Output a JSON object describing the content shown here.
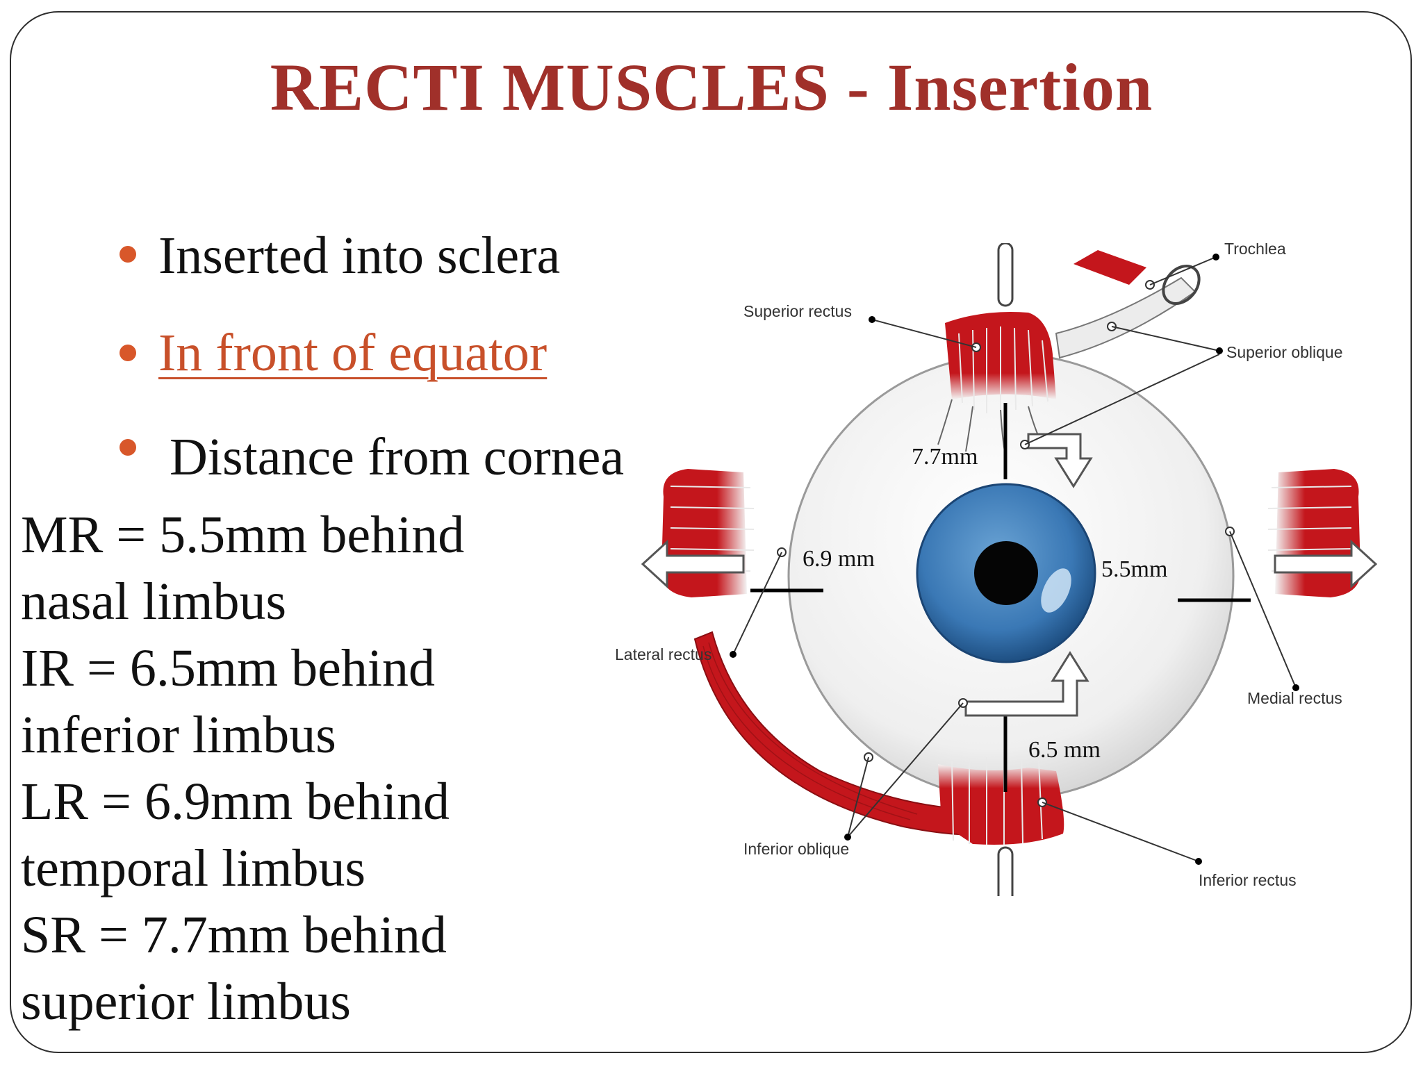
{
  "slide": {
    "title": "RECTI MUSCLES - Insertion",
    "bullets": [
      {
        "text": "Inserted into sclera",
        "link": false
      },
      {
        "text": "In front of equator",
        "link": true
      },
      {
        "text": "Distance from cornea",
        "link": false
      }
    ],
    "distances": [
      "MR = 5.5mm behind",
      "nasal limbus",
      "IR = 6.5mm behind",
      "inferior limbus",
      "LR = 6.9mm behind",
      "temporal limbus",
      "SR = 7.7mm behind",
      "superior limbus"
    ]
  },
  "diagram": {
    "labels": {
      "trochlea": "Trochlea",
      "superior_rectus": "Superior rectus",
      "superior_oblique": "Superior oblique",
      "lateral_rectus": "Lateral rectus",
      "medial_rectus": "Medial rectus",
      "inferior_oblique": "Inferior oblique",
      "inferior_rectus": "Inferior rectus"
    },
    "measurements": {
      "superior": "7.7mm",
      "lateral": "6.9 mm",
      "medial": "5.5mm",
      "inferior": "6.5 mm"
    },
    "colors": {
      "muscle": "#c4161c",
      "iris": "#3a78b5",
      "sclera": "#f2f2f2"
    }
  }
}
